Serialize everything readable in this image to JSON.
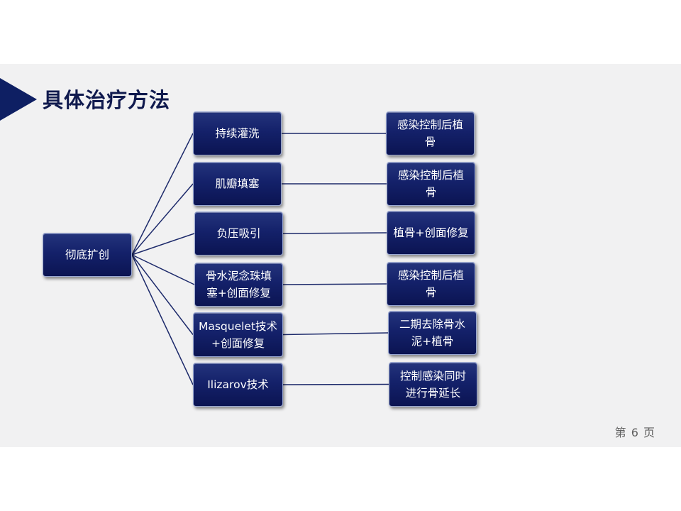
{
  "slide": {
    "title": "具体治疗方法",
    "page_label": "第 6 页"
  },
  "diagram": {
    "root": "彻底扩创",
    "methods": [
      {
        "method": [
          "持续灌洗"
        ],
        "followup": [
          "感染控制后植",
          "骨"
        ]
      },
      {
        "method": [
          "肌瓣填塞"
        ],
        "followup": [
          "感染控制后植",
          "骨"
        ]
      },
      {
        "method": [
          "负压吸引"
        ],
        "followup": [
          "植骨+创面修复"
        ]
      },
      {
        "method": [
          "骨水泥念珠填",
          "塞+创面修复"
        ],
        "followup": [
          "感染控制后植",
          "骨"
        ]
      },
      {
        "method": [
          "Masquelet技术",
          "+创面修复"
        ],
        "followup": [
          "二期去除骨水",
          "泥+植骨"
        ]
      },
      {
        "method": [
          "Ilizarov技术"
        ],
        "followup": [
          "控制感染同时",
          "进行骨延长"
        ]
      }
    ]
  }
}
